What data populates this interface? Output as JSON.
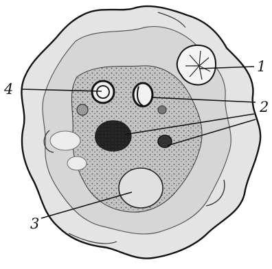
{
  "figure": {
    "labels": [
      {
        "id": "label-1",
        "text": "1"
      },
      {
        "id": "label-2",
        "text": "2"
      },
      {
        "id": "label-3",
        "text": "3"
      },
      {
        "id": "label-4",
        "text": "4"
      }
    ]
  },
  "colors": {
    "ink": "#111111",
    "cytoplasm_light": "#e4e4e4",
    "cytoplasm_mid": "#cfcfcf",
    "endoplasm": "#bdbdbd"
  }
}
